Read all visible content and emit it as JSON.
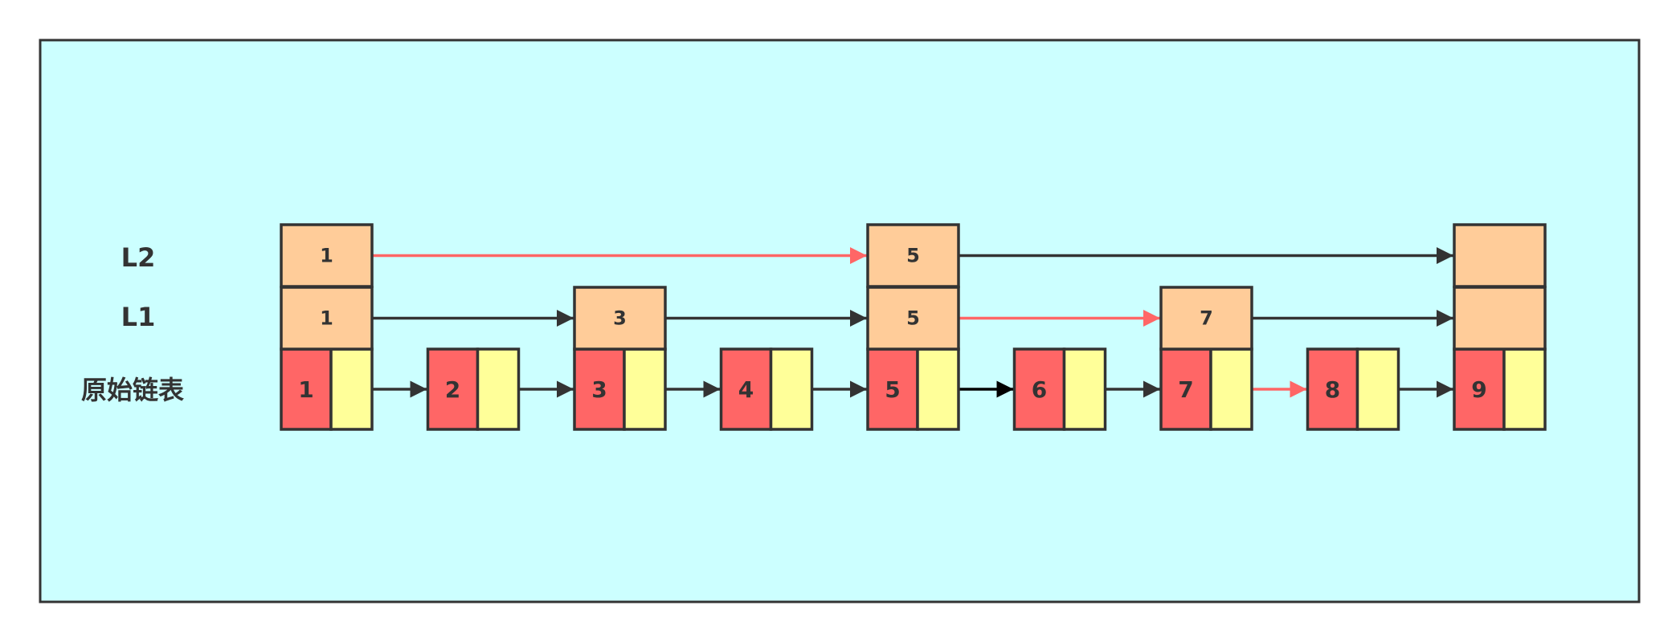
{
  "colors": {
    "canvas_bg": "#CCFFFF",
    "border": "#333333",
    "index_node_fill": "#FFCC99",
    "value_cell_fill": "#FF6666",
    "pointer_cell_fill": "#FFFF99",
    "arrow_default": "#333333",
    "arrow_search_path": "#FF6666",
    "arrow_emphasis": "#000000"
  },
  "row_labels": {
    "level2": "L2",
    "level1": "L1",
    "base": "原始链表"
  },
  "base_list": {
    "nodes": [
      "1",
      "2",
      "3",
      "4",
      "5",
      "6",
      "7",
      "8",
      "9"
    ]
  },
  "level1": {
    "nodes": [
      "1",
      "3",
      "5",
      "7",
      ""
    ],
    "columns": [
      0,
      2,
      4,
      6,
      8
    ]
  },
  "level2": {
    "nodes": [
      "1",
      "5",
      ""
    ],
    "columns": [
      0,
      4,
      8
    ]
  },
  "highlighted_links": [
    {
      "level": "level2",
      "from": 0,
      "to": 4
    },
    {
      "level": "level1",
      "from": 4,
      "to": 6
    },
    {
      "level": "base",
      "from": 6,
      "to": 7
    }
  ],
  "emphasized_links": [
    {
      "level": "base",
      "from": 4,
      "to": 5
    }
  ]
}
